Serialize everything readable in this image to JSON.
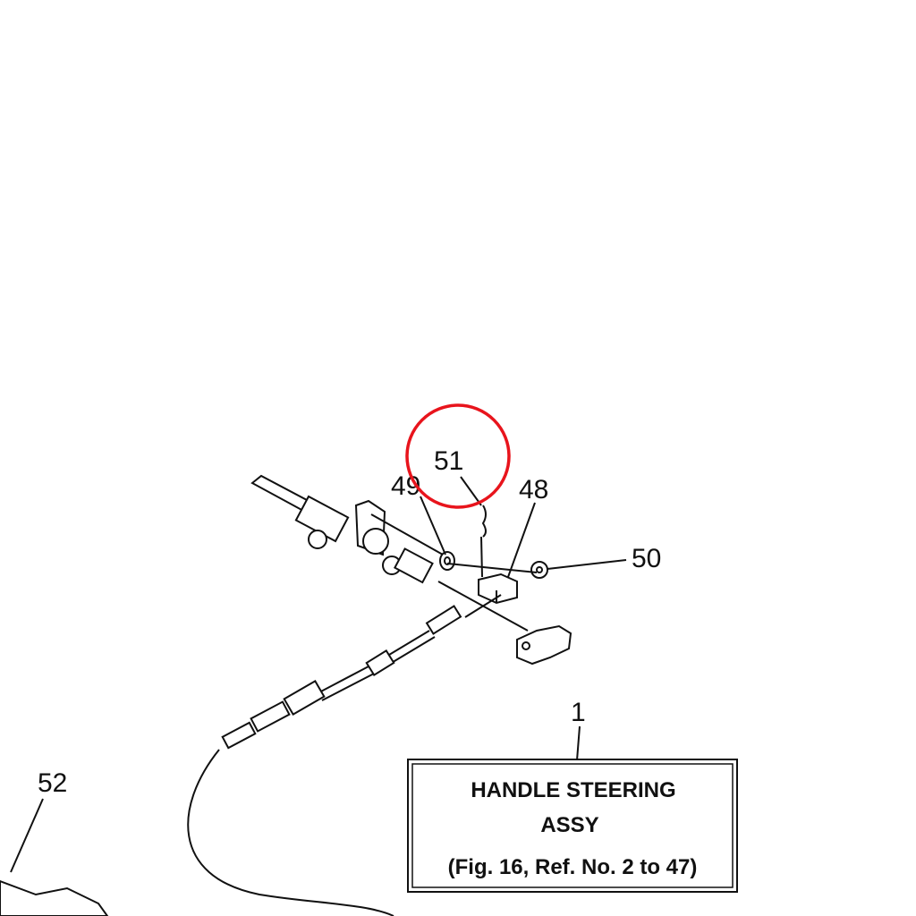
{
  "diagram": {
    "callouts": [
      {
        "ref": "51",
        "highlighted": true
      },
      {
        "ref": "49"
      },
      {
        "ref": "48"
      },
      {
        "ref": "50"
      },
      {
        "ref": "1"
      },
      {
        "ref": "52"
      }
    ],
    "assembly_box": {
      "line1": "HANDLE  STEERING",
      "line2": "ASSY",
      "line3": "(Fig. 16, Ref. No. 2 to 47)"
    },
    "highlight_color": "#e8141c"
  }
}
